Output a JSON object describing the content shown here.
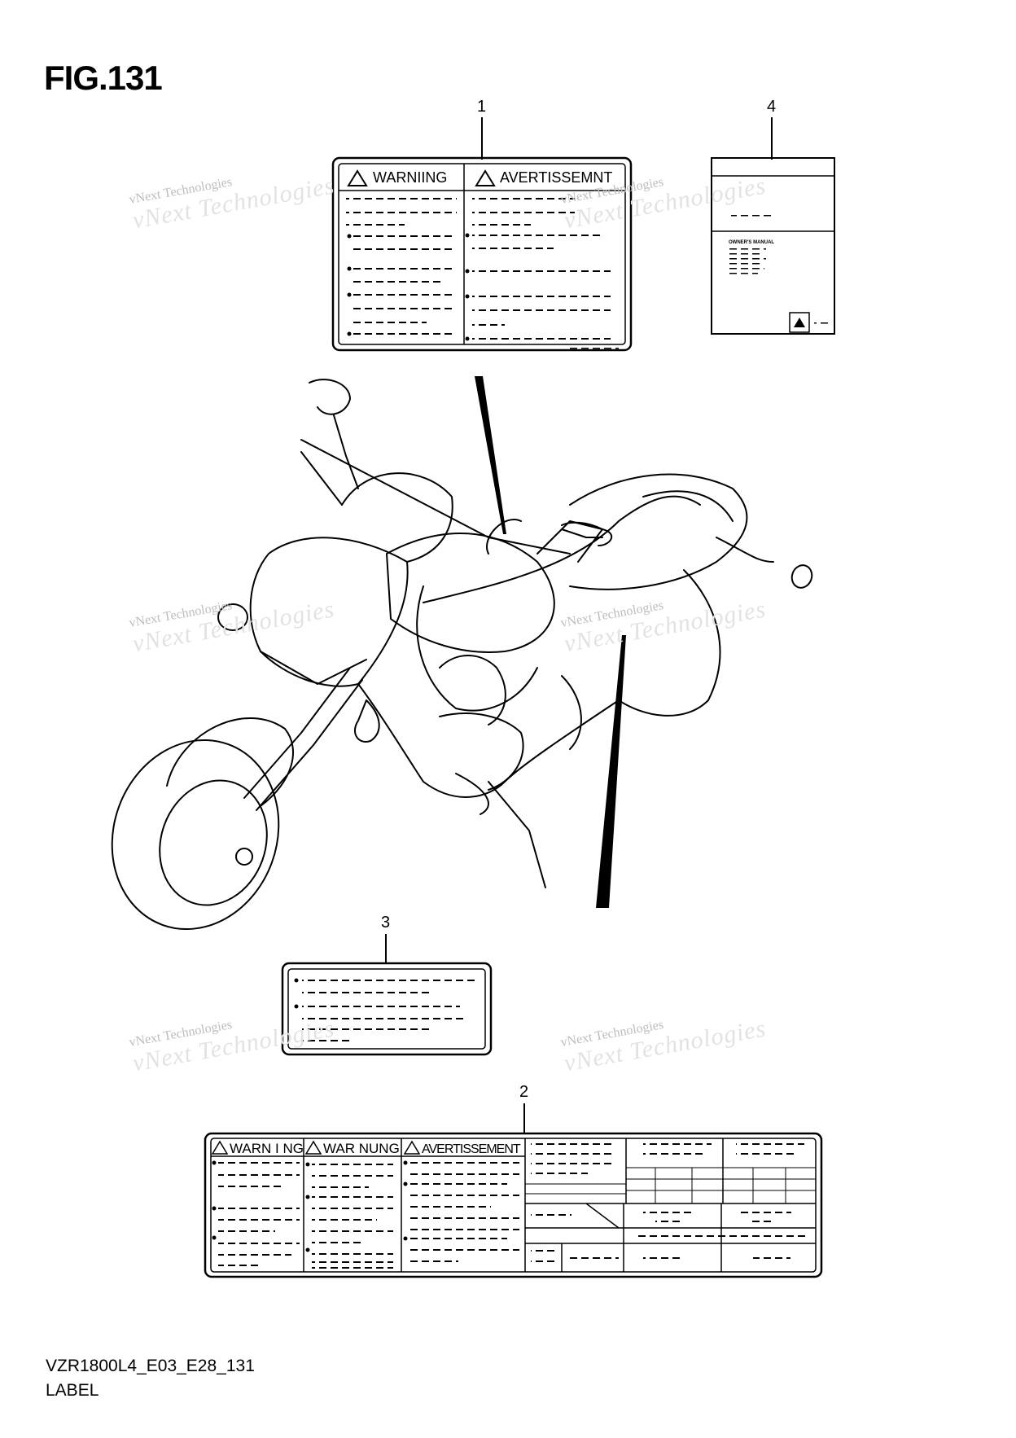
{
  "figure": {
    "title": "FIG.131",
    "model_code": "VZR1800L4_E03_E28_131",
    "section": "LABEL"
  },
  "callouts": [
    "1",
    "2",
    "3",
    "4"
  ],
  "labels": {
    "label1": {
      "left": "WARNIING",
      "right": "AVERTISSEMNT"
    },
    "label2": {
      "col1": "WARN I NG",
      "col2": "WAR NUNG",
      "col3": "AVERTISSEMENT"
    },
    "label4": {
      "title": "OWNER'S MANUAL"
    }
  },
  "watermark": {
    "line1": "vNext Technologies",
    "line2": "vNext Technologies"
  }
}
